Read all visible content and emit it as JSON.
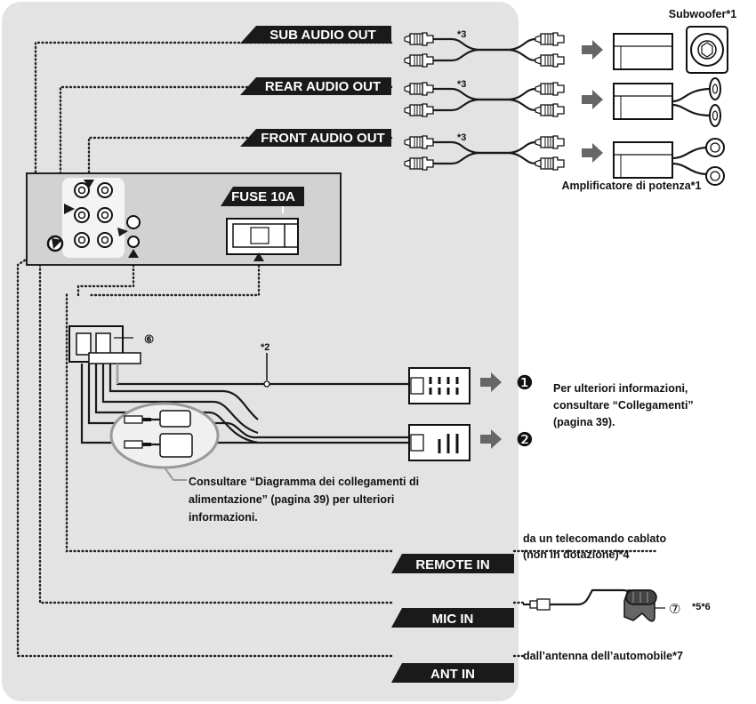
{
  "outputs": {
    "sub": "SUB AUDIO OUT",
    "rear": "REAR AUDIO OUT",
    "front": "FRONT AUDIO OUT"
  },
  "inputs": {
    "remote": "REMOTE IN",
    "mic": "MIC IN",
    "ant": "ANT IN"
  },
  "fuse_label": "FUSE 10A",
  "notes": {
    "n3a": "*3",
    "n3b": "*3",
    "n3c": "*3",
    "n2": "*2",
    "n56": "*5*6"
  },
  "subwoofer_label": "Subwoofer*1",
  "amplifier_label": "Amplificatore di potenza*1",
  "connector_num": "⑥",
  "mic_num": "⑦",
  "bullet1": "❶",
  "bullet2": "❷",
  "info_text": {
    "line1": "Per ulteriori informazioni,",
    "line2": "consultare “Collegamenti”",
    "line3": "(pagina 39)."
  },
  "power_text": {
    "line1": "Consultare “Diagramma dei collegamenti di",
    "line2": "alimentazione” (pagina 39) per ulteriori",
    "line3": "informazioni."
  },
  "remote_text": {
    "line1": "da un telecomando cablato",
    "line2": "(non in dotazione)*4"
  },
  "ant_text": "dall’antenna dell’automobile*7",
  "colors": {
    "panel": "#e3e3e3",
    "tag": "#1a1a1a",
    "unit": "#d2d2d2"
  }
}
